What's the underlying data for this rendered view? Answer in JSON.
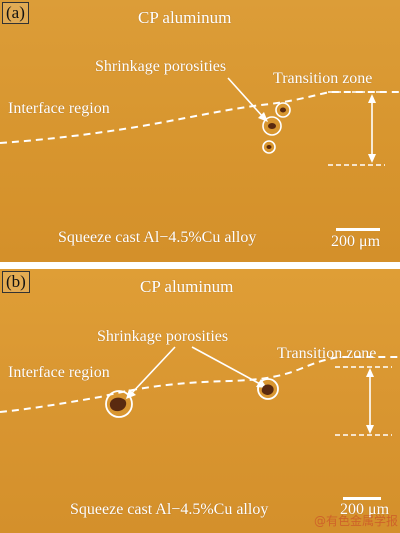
{
  "colors": {
    "background": "#d7942f",
    "background_light": "#e0a43f",
    "lines": "#ffffff",
    "pore": "#5a2a10"
  },
  "panels": [
    {
      "tag": "(a)",
      "cp_label": "CP aluminum",
      "shrinkage_label": "Shrinkage porosities",
      "transition_label": "Transition zone",
      "interface_label": "Interface region",
      "alloy_label": "Squeeze cast Al−4.5%Cu alloy",
      "scale_label": "200 μm"
    },
    {
      "tag": "(b)",
      "cp_label": "CP aluminum",
      "shrinkage_label": "Shrinkage porosities",
      "transition_label": "Transition zone",
      "interface_label": "Interface region",
      "alloy_label": "Squeeze cast Al−4.5%Cu alloy",
      "scale_label": "200 μm"
    }
  ],
  "watermark": "@有色金属学报"
}
